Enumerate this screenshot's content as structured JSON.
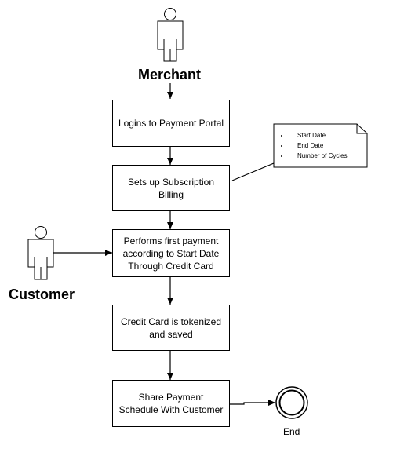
{
  "actors": {
    "merchant": "Merchant",
    "customer": "Customer"
  },
  "steps": [
    {
      "label": "Logins to Payment Portal"
    },
    {
      "label": "Sets up Subscription Billing"
    },
    {
      "label": "Performs first payment according to Start Date Through Credit Card"
    },
    {
      "label": "Credit Card is tokenized and saved"
    },
    {
      "label": "Share Payment Schedule With Customer"
    }
  ],
  "note": {
    "items": [
      "Start Date",
      "End Date",
      "Number of Cycles"
    ]
  },
  "end": {
    "label": "End"
  }
}
